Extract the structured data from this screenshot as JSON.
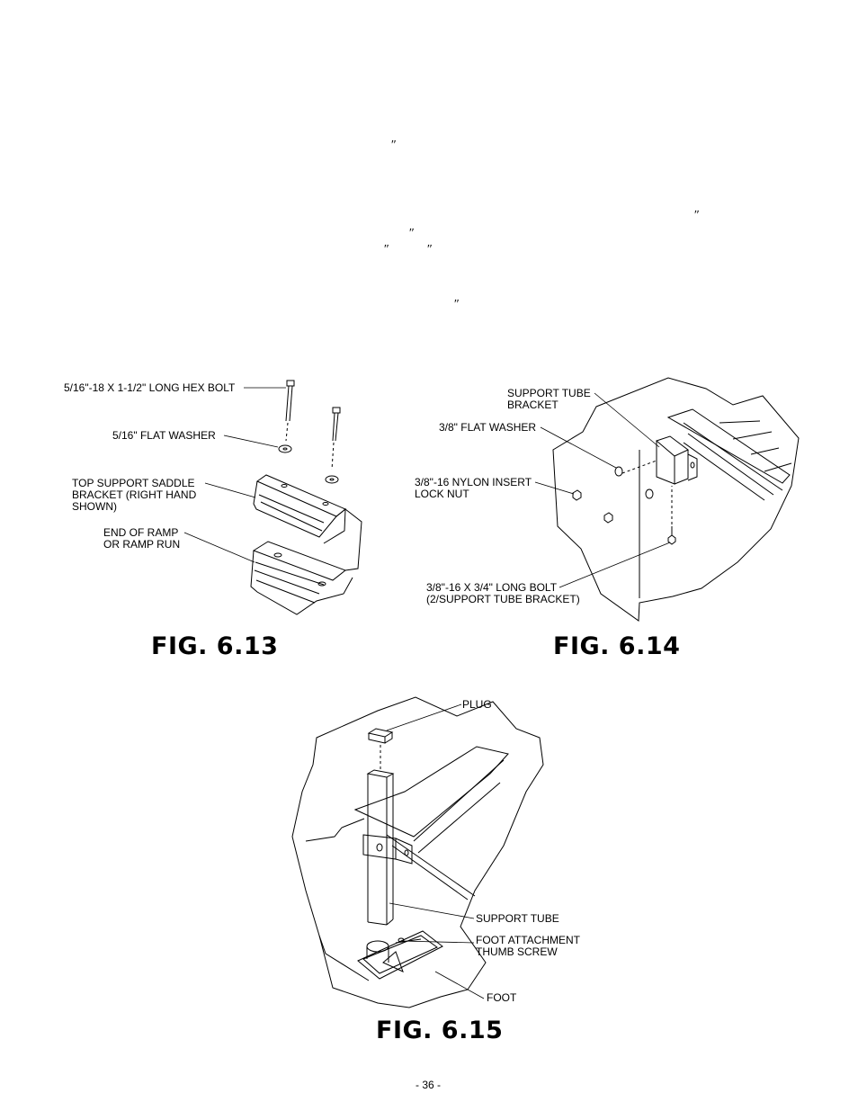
{
  "text_fragments": {
    "q1": "″",
    "q2": "″",
    "q3": "″",
    "q4": "″",
    "q5": "″",
    "q6": "″"
  },
  "fig_6_13": {
    "caption": "FIG. 6.13",
    "callouts": {
      "hex_bolt": "5/16\"-18 X 1-1/2\" LONG HEX BOLT",
      "flat_washer": "5/16\" FLAT WASHER",
      "saddle_line1": "TOP SUPPORT SADDLE",
      "saddle_line2": "BRACKET (RIGHT HAND",
      "saddle_line3": "SHOWN)",
      "ramp_line1": "END OF RAMP",
      "ramp_line2": "OR RAMP RUN"
    }
  },
  "fig_6_14": {
    "caption": "FIG. 6.14",
    "callouts": {
      "tube_bracket_line1": "SUPPORT TUBE",
      "tube_bracket_line2": "BRACKET",
      "flat_washer": "3/8\" FLAT WASHER",
      "lock_nut_line1": "3/8\"-16 NYLON INSERT",
      "lock_nut_line2": "LOCK NUT",
      "bolt_line1": "3/8\"-16 X 3/4\" LONG BOLT",
      "bolt_line2": "(2/SUPPORT TUBE BRACKET)"
    }
  },
  "fig_6_15": {
    "caption": "FIG. 6.15",
    "callouts": {
      "plug": "PLUG",
      "support_tube": "SUPPORT TUBE",
      "thumb_line1": "FOOT ATTACHMENT",
      "thumb_line2": "THUMB SCREW",
      "foot": "FOOT"
    }
  },
  "page_number": "- 36 -"
}
